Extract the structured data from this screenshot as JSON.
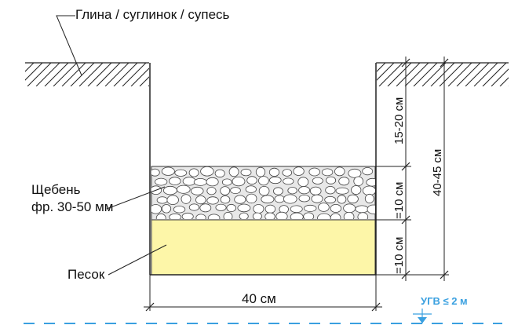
{
  "labels": {
    "soil": "Глина / суглинок / супесь",
    "gravel_line1": "Щебень",
    "gravel_line2": "фр. 30-50 мм",
    "sand": "Песок",
    "width": "40 см",
    "top_gap": "15-20 см",
    "gravel_thickness": "=10 см",
    "sand_thickness": "=10 см",
    "total_depth": "40-45 см",
    "groundwater": "УГВ ≤ 2 м"
  },
  "colors": {
    "sand": "#fdf6a8",
    "line": "#222222",
    "water": "#3aa0e0",
    "stone_fill": "#ffffff",
    "stone_stroke": "#444444"
  }
}
